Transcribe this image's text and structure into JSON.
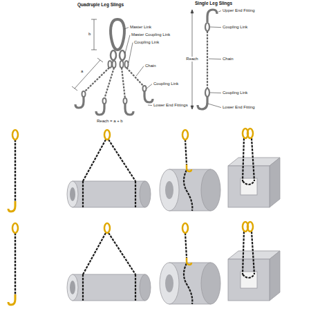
{
  "diagram": {
    "labels": [
      "Quadruple Leg Slings",
      "Single Leg Slings",
      "Master Link",
      "Master Coupling Link",
      "Coupling Link",
      "Chain",
      "Coupling Link",
      "Lower End Fittings",
      "Reach = a + b",
      "b",
      "a",
      "Upper End Fitting",
      "Coupling Link",
      "Chain",
      "Reach",
      "Coupling Link",
      "Lower End Fitting"
    ]
  }
}
